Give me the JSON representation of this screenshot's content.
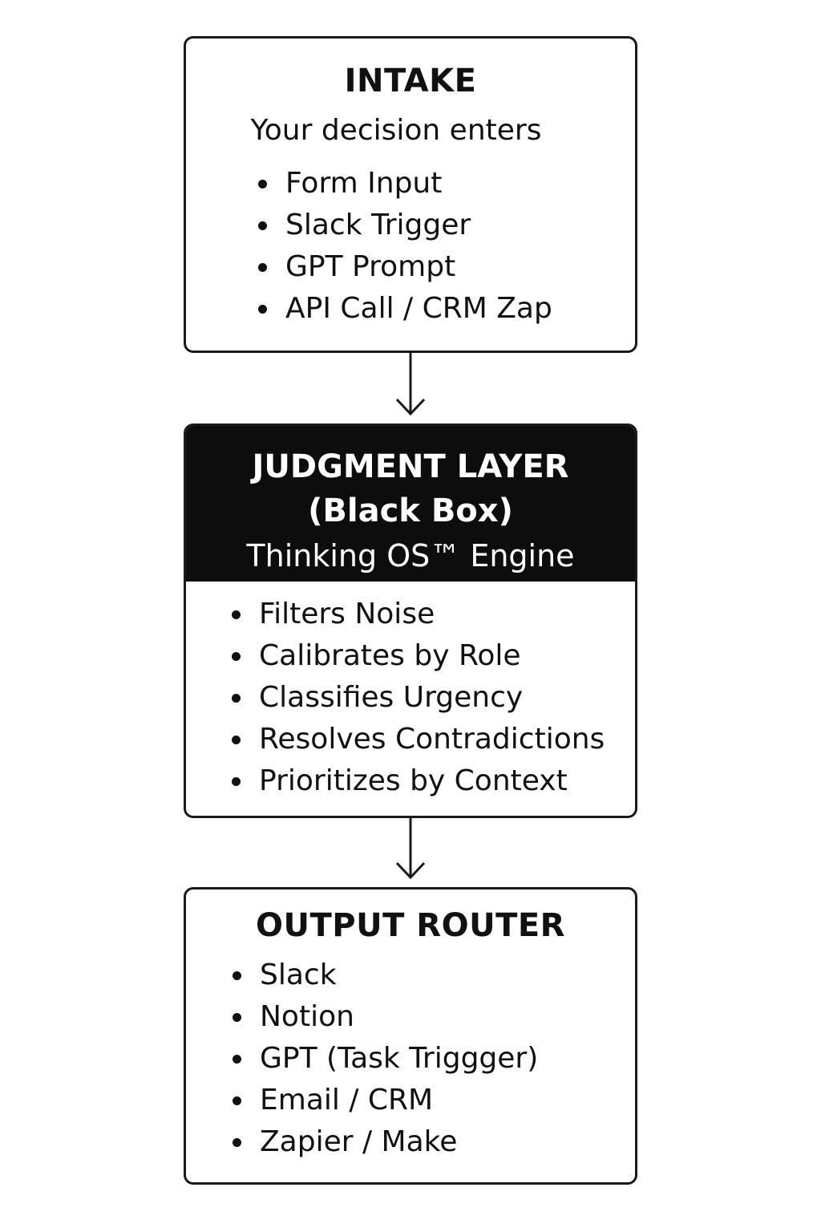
{
  "intake": {
    "title": "INTAKE",
    "subtitle": "Your decision enters",
    "items": [
      "Form Input",
      "Slack Trigger",
      "GPT Prompt",
      "API Call / CRM Zap"
    ]
  },
  "judgment": {
    "title": "JUDGMENT LAYER",
    "subtitle": "(Black Box)",
    "engine": "Thinking OS™ Engine",
    "items": [
      "Filters Noise",
      "Calibrates by Role",
      "Classifies Urgency",
      "Resolves Contradictions",
      "Prioritizes by Context"
    ]
  },
  "output": {
    "title": "OUTPUT ROUTER",
    "items": [
      "Slack",
      "Notion",
      "GPT (Task Triggger)",
      "Email / CRM",
      "Zapier / Make"
    ]
  },
  "colors": {
    "border": "#1a1a1a",
    "header_bg": "#0d0d0d",
    "header_text": "#ffffff",
    "text": "#111111"
  }
}
